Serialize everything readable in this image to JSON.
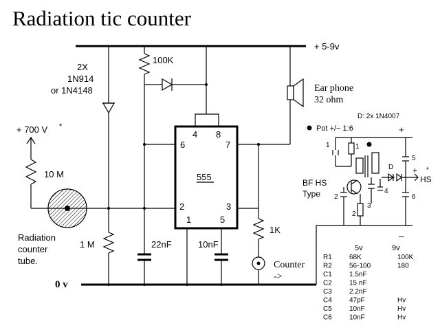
{
  "title": "Radiation  tic  counter",
  "supply_label": "+  5-9v",
  "diode_label": [
    "2X",
    "1N914",
    "or 1N4148"
  ],
  "r100k_label": "100K",
  "hv_label": "+ 700 V",
  "hv_star": "*",
  "r10m_label": "10 M",
  "tube_label": [
    "Radiation",
    "counter",
    "tube."
  ],
  "r1m_label": "1 M",
  "c22_label": "22nF",
  "c10_label": "10nF",
  "r1k_label": "1K",
  "ic": {
    "name": "555",
    "pins": [
      "1",
      "2",
      "3",
      "4",
      "5",
      "6",
      "7",
      "8"
    ]
  },
  "earphone_label": [
    "Ear phone",
    "32 ohm"
  ],
  "counter_label": [
    "Counter",
    "->"
  ],
  "ground_label": "0 v",
  "hv_module": {
    "diodes_note": "D: 2x 1N4007",
    "pot_label": "Pot +/− 1:6",
    "plus": "+",
    "minus": "–",
    "out_label": "HS",
    "out_star": "*",
    "transistor_label": [
      "BF HS",
      "Type"
    ],
    "d_label": "D",
    "nums": [
      "1",
      "1",
      "2",
      "2",
      "3",
      "4",
      "5",
      "6"
    ]
  },
  "parts_table": {
    "header": [
      "5v",
      "9v"
    ],
    "rows": [
      [
        "R1",
        "68K",
        "100K"
      ],
      [
        "R2",
        "56-100",
        "180"
      ],
      [
        "C1",
        "1.5nF",
        ""
      ],
      [
        "C2",
        "15 nF",
        ""
      ],
      [
        "C3",
        "2.2nF",
        ""
      ],
      [
        "C4",
        "47pF",
        "Hv"
      ],
      [
        "C5",
        "10nF",
        "Hv"
      ],
      [
        "C6",
        "10nF",
        "Hv"
      ]
    ]
  }
}
